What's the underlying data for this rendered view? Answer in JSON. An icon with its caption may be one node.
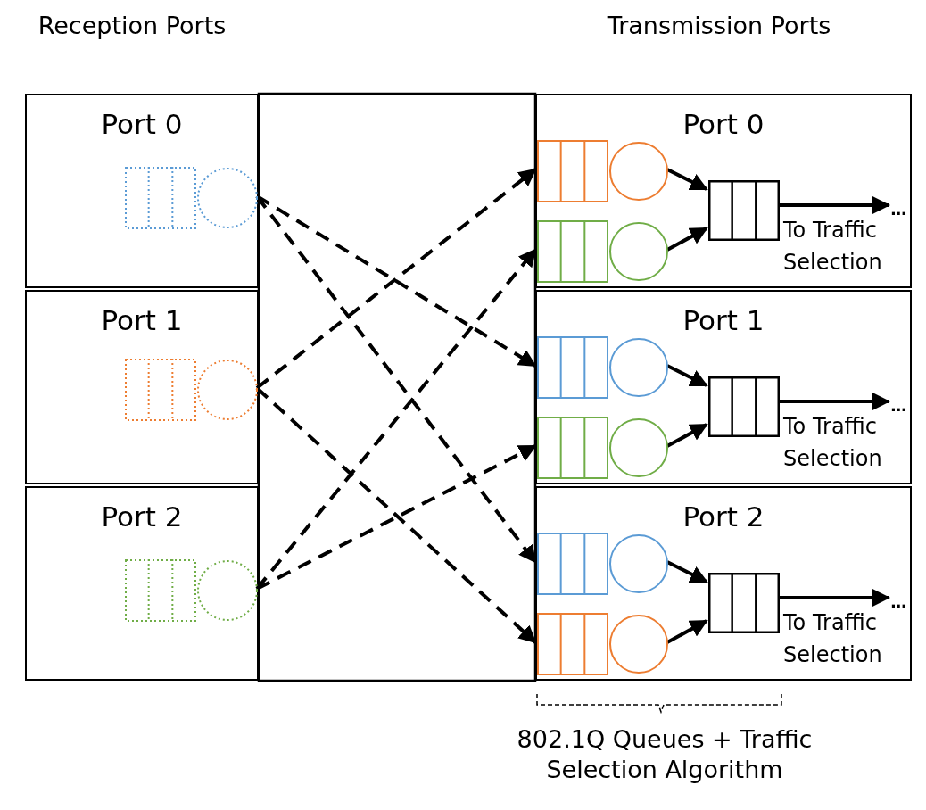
{
  "diagram": {
    "nodes": [
      {
        "text": [
          "Port 0"
        ]
      },
      {
        "text": [],
        "shape": "queue",
        "in": 0
      },
      {
        "text": [
          "Port 1"
        ]
      },
      {
        "text": [],
        "shape": "queue",
        "in": 2
      },
      {
        "text": [
          "Port 2"
        ]
      },
      {
        "text": [],
        "shape": "queue",
        "in": 4
      },
      {
        "text": [
          "Port 0"
        ]
      },
      {
        "text": [],
        "shape": "queue",
        "in": 6
      },
      {
        "text": [],
        "shape": "queue",
        "in": 6
      },
      {
        "text": [],
        "shape": "queue",
        "in": 6
      },
      {
        "text": [
          "..."
        ],
        "in": 6
      },
      {
        "text": [
          "Port 1"
        ]
      },
      {
        "text": [],
        "shape": "queue",
        "in": 11
      },
      {
        "text": [],
        "shape": "queue",
        "in": 11
      },
      {
        "text": [],
        "shape": "queue",
        "in": 11
      },
      {
        "text": [
          "..."
        ],
        "in": 11
      },
      {
        "text": [
          "Port 2"
        ]
      },
      {
        "text": [],
        "shape": "queue",
        "in": 16
      },
      {
        "text": [],
        "shape": "queue",
        "in": 16
      },
      {
        "text": [],
        "shape": "queue",
        "in": 16
      },
      {
        "text": [
          "..."
        ],
        "in": 16
      }
    ],
    "edges": [
      {
        "from": 1,
        "to": 12,
        "arrow": "to",
        "style": "dashed"
      },
      {
        "from": 1,
        "to": 17,
        "arrow": "to",
        "style": "dashed"
      },
      {
        "from": 3,
        "to": 7,
        "arrow": "to",
        "style": "dashed"
      },
      {
        "from": 3,
        "to": 18,
        "arrow": "to",
        "style": "dashed"
      },
      {
        "from": 5,
        "to": 8,
        "arrow": "to",
        "style": "dashed"
      },
      {
        "from": 5,
        "to": 13,
        "arrow": "to",
        "style": "dashed"
      },
      {
        "from": 7,
        "to": 9,
        "arrow": "to"
      },
      {
        "from": 8,
        "to": 9,
        "arrow": "to"
      },
      {
        "from": 9,
        "to": 10,
        "arrow": "to",
        "label": "To Traffic Selection"
      },
      {
        "from": 12,
        "to": 14,
        "arrow": "to"
      },
      {
        "from": 13,
        "to": 14,
        "arrow": "to"
      },
      {
        "from": 14,
        "to": 15,
        "arrow": "to",
        "label": "To Traffic Selection"
      },
      {
        "from": 17,
        "to": 19,
        "arrow": "to"
      },
      {
        "from": 18,
        "to": 19,
        "arrow": "to"
      },
      {
        "from": 19,
        "to": 20,
        "arrow": "to",
        "label": "To Traffic Selection"
      }
    ],
    "labels": [
      "Reception Ports",
      "Transmission Ports",
      "802.1Q Queues +  Traffic Selection Algorithm"
    ]
  }
}
